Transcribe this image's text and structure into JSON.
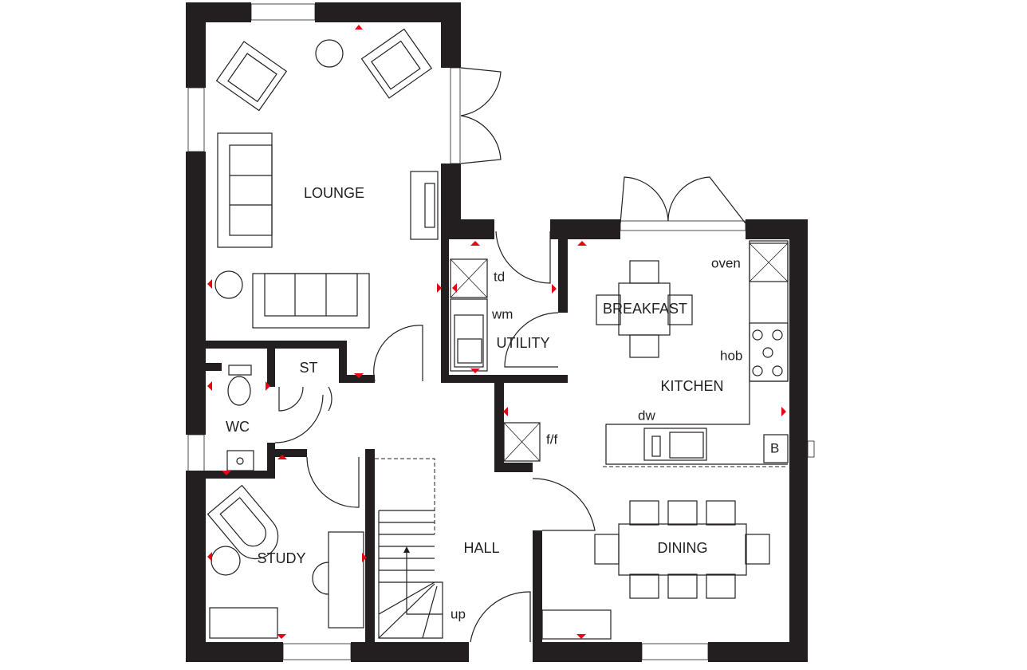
{
  "rooms": {
    "lounge": "LOUNGE",
    "utility": "UTILITY",
    "breakfast": "BREAKFAST",
    "kitchen": "KITCHEN",
    "st": "ST",
    "wc": "WC",
    "study": "STUDY",
    "hall": "HALL",
    "dining": "DINING"
  },
  "appliances": {
    "td": "td",
    "wm": "wm",
    "oven": "oven",
    "hob": "hob",
    "dw": "dw",
    "ff": "f/f",
    "boiler": "B",
    "stairs_up": "up"
  },
  "colors": {
    "wall": "#231f20",
    "marker": "#e30613"
  }
}
